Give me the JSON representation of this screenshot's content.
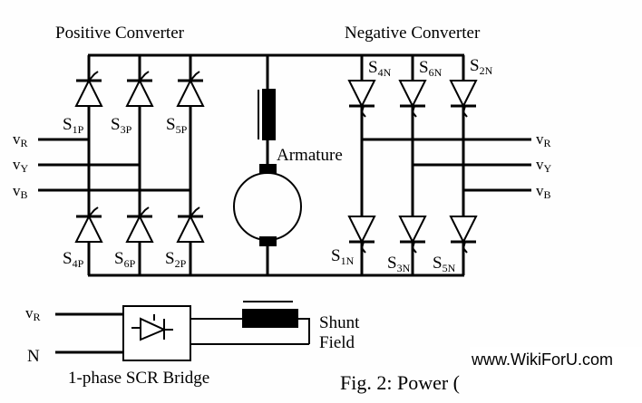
{
  "titles": {
    "positive": "Positive Converter",
    "negative": "Negative Converter"
  },
  "positive_converter": {
    "top": [
      {
        "main": "S",
        "sub": "1P"
      },
      {
        "main": "S",
        "sub": "3P"
      },
      {
        "main": "S",
        "sub": "5P"
      }
    ],
    "bottom": [
      {
        "main": "S",
        "sub": "4P"
      },
      {
        "main": "S",
        "sub": "6P"
      },
      {
        "main": "S",
        "sub": "2P"
      }
    ]
  },
  "negative_converter": {
    "top": [
      {
        "main": "S",
        "sub": "4N"
      },
      {
        "main": "S",
        "sub": "6N"
      },
      {
        "main": "S",
        "sub": "2N"
      }
    ],
    "bottom": [
      {
        "main": "S",
        "sub": "1N"
      },
      {
        "main": "S",
        "sub": "3N"
      },
      {
        "main": "S",
        "sub": "5N"
      }
    ]
  },
  "phases": [
    {
      "main": "v",
      "sub": "R"
    },
    {
      "main": "v",
      "sub": "Y"
    },
    {
      "main": "v",
      "sub": "B"
    }
  ],
  "motor": {
    "armature_label": "Armature"
  },
  "field_circuit": {
    "input_phase": {
      "main": "v",
      "sub": "R"
    },
    "neutral": "N",
    "bridge_label": "1-phase SCR Bridge",
    "field_label_1": "Shunt",
    "field_label_2": "Field"
  },
  "caption": "Fig.  2: Power (",
  "watermark": "www.WikiForU.com"
}
